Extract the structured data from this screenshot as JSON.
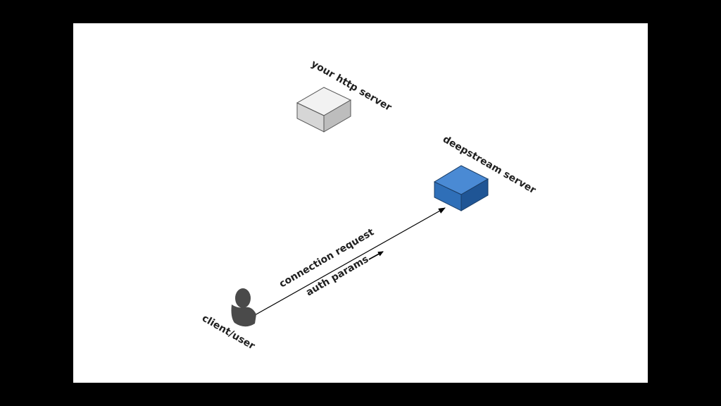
{
  "diagram": {
    "http_server": {
      "label": "your http server",
      "colors": {
        "top": "#f2f2f2",
        "left": "#d6d6d6",
        "right": "#bdbdbd",
        "stroke": "#555555"
      }
    },
    "deepstream_server": {
      "label": "deepstream server",
      "colors": {
        "top": "#4a8ad4",
        "left": "#2f6fb8",
        "right": "#1f5595",
        "stroke": "#1a3d66"
      }
    },
    "client": {
      "label": "client/user",
      "icon": "user-icon",
      "color": "#4a4a4a"
    },
    "connection": {
      "label_line1": "connection request",
      "label_line2": "auth params",
      "line_color": "#000000"
    }
  }
}
